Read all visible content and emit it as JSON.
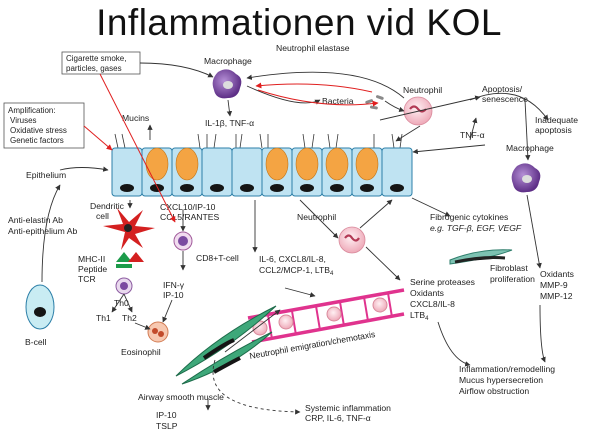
{
  "title": "Inflammationen vid KOL",
  "labels": {
    "smoke_box": [
      "Cigarette smoke,",
      "particles, gases"
    ],
    "amp_box": [
      "Amplification:",
      "Viruses",
      "Oxidative stress",
      "Genetic factors"
    ],
    "macrophage_top": "Macrophage",
    "neutrophil_elastase": "Neutrophil elastase",
    "il1b": "IL-1β, TNF-α",
    "bacteria": "Bacteria",
    "neutrophil_top": "Neutrophil",
    "mucins": "Mucins",
    "epithelium": "Epithelium",
    "apoptosis": [
      "Apoptosis/",
      "senescence"
    ],
    "inadequate": [
      "Inadequate",
      "apoptosis"
    ],
    "tnf_right": "TNF-α",
    "macrophage_right": "Macrophage",
    "anti_ab": [
      "Anti-elastin Ab",
      "Anti-epithelium Ab"
    ],
    "dendritic": [
      "Dendritic",
      "cell"
    ],
    "cxcl10": [
      "CXCL10/IP-10",
      "CCL5/RANTES"
    ],
    "mhc": [
      "MHC-II",
      "Peptide",
      "TCR"
    ],
    "cd8": "CD8+T-cell",
    "ifn": [
      "IFN-γ",
      "IP-10"
    ],
    "th0": "Th0",
    "th1": "Th1",
    "th2": "Th2",
    "bcell": "B-cell",
    "eosinophil": "Eosinophil",
    "il6_block": [
      "IL-6, CXCL8/IL-8,",
      "CCL2/MCP-1, LTB",
      "4"
    ],
    "neutrophil_mid": "Neutrophil",
    "fibrogenic": [
      "Fibrogenic cytokines",
      "e.g. TGF-β, EGF, VEGF"
    ],
    "fibroblast": [
      "Fibroblast",
      "proliferation"
    ],
    "serine_block": [
      "Serine proteases",
      "Oxidants",
      "CXCL8/IL-8",
      "LTB",
      "4"
    ],
    "oxidants_block": [
      "Oxidants",
      "MMP-9",
      "MMP-12"
    ],
    "emigration": "Neutrophil emigration/chemotaxis",
    "airway_sm": "Airway smooth muscle",
    "ip10_tslp": [
      "IP-10",
      "TSLP"
    ],
    "systemic": [
      "Systemic inflammation",
      "CRP, IL-6, TNF-α"
    ],
    "inflammation_block": [
      "Inflammation/remodelling",
      "Mucus hypersecretion",
      "Airflow obstruction"
    ]
  },
  "colors": {
    "cell_fill": "#bfe3f2",
    "goblet": "#f4a443",
    "nucleus": "#151515",
    "macrophage": "#7b4aa0",
    "neutrophil": "#f4c6cf",
    "vessel": "#e0338e",
    "dendritic": "#d42020",
    "smooth_muscle": "#2e8b57",
    "red_arrow": "#e02020"
  }
}
